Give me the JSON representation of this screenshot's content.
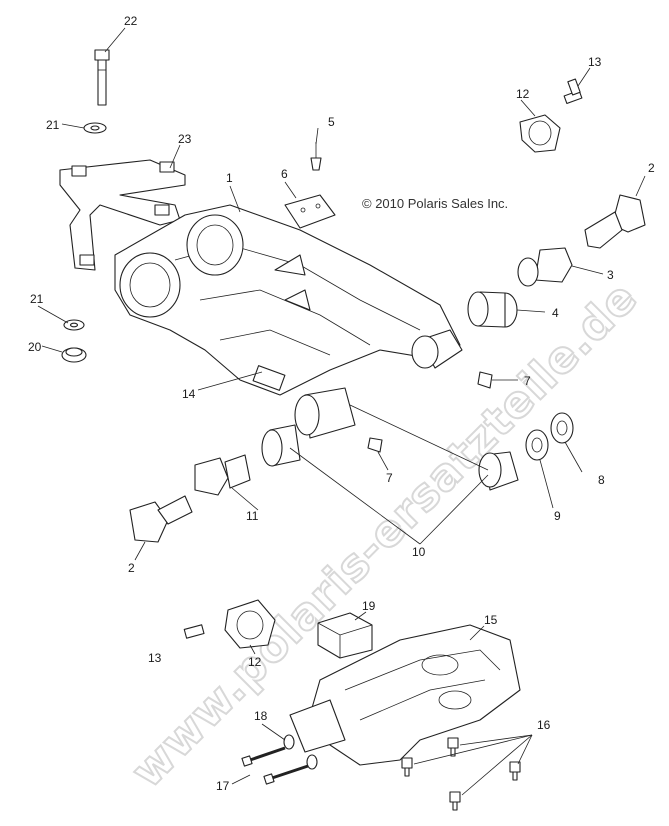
{
  "copyright": "© 2010 Polaris Sales Inc.",
  "watermark": "www.polaris-ersatzteile.de",
  "callouts": {
    "c1": "1",
    "c2a": "2",
    "c2b": "2",
    "c3": "3",
    "c4": "4",
    "c5": "5",
    "c6": "6",
    "c7a": "7",
    "c7b": "7",
    "c8": "8",
    "c9": "9",
    "c10": "10",
    "c11": "11",
    "c12a": "12",
    "c12b": "12",
    "c13a": "13",
    "c13b": "13",
    "c14": "14",
    "c15": "15",
    "c16": "16",
    "c17": "17",
    "c18": "18",
    "c19": "19",
    "c20": "20",
    "c21a": "21",
    "c21b": "21",
    "c22": "22",
    "c23": "23"
  }
}
